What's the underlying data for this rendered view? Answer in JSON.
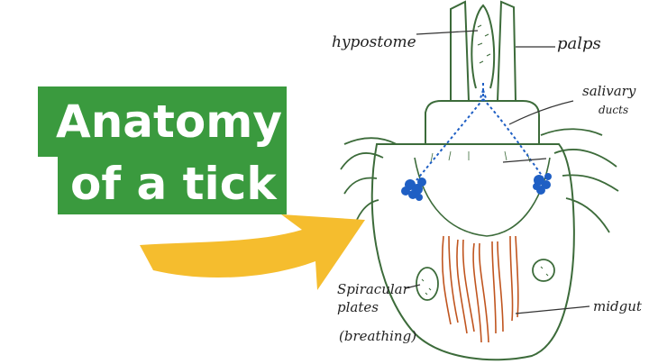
{
  "title": {
    "line1": "Anatomy",
    "line2": "of a tick"
  },
  "labels": {
    "hypostome": "hypostome",
    "palps": "palps",
    "salivary": "salivary",
    "ducts": "ducts",
    "spiracular": "Spiracular",
    "plates": "plates",
    "breathing": "(breathing)",
    "midgut": "midgut"
  },
  "colors": {
    "title_bg": "#3a9a3e",
    "outline": "#3c6b3a",
    "salivary": "#1f5fc4",
    "midgut": "#c0551f",
    "arrow": "#f5bd2e"
  }
}
